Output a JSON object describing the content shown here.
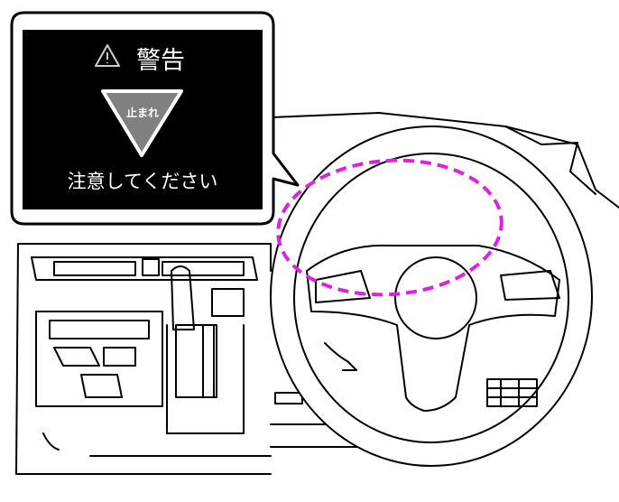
{
  "callout": {
    "title": "警告",
    "sign_text": "止まれ",
    "message": "注意してください",
    "warning_symbol": "⚠"
  },
  "colors": {
    "screen": "#000000",
    "sign_fill": "#808080",
    "highlight": "#e020e0"
  }
}
